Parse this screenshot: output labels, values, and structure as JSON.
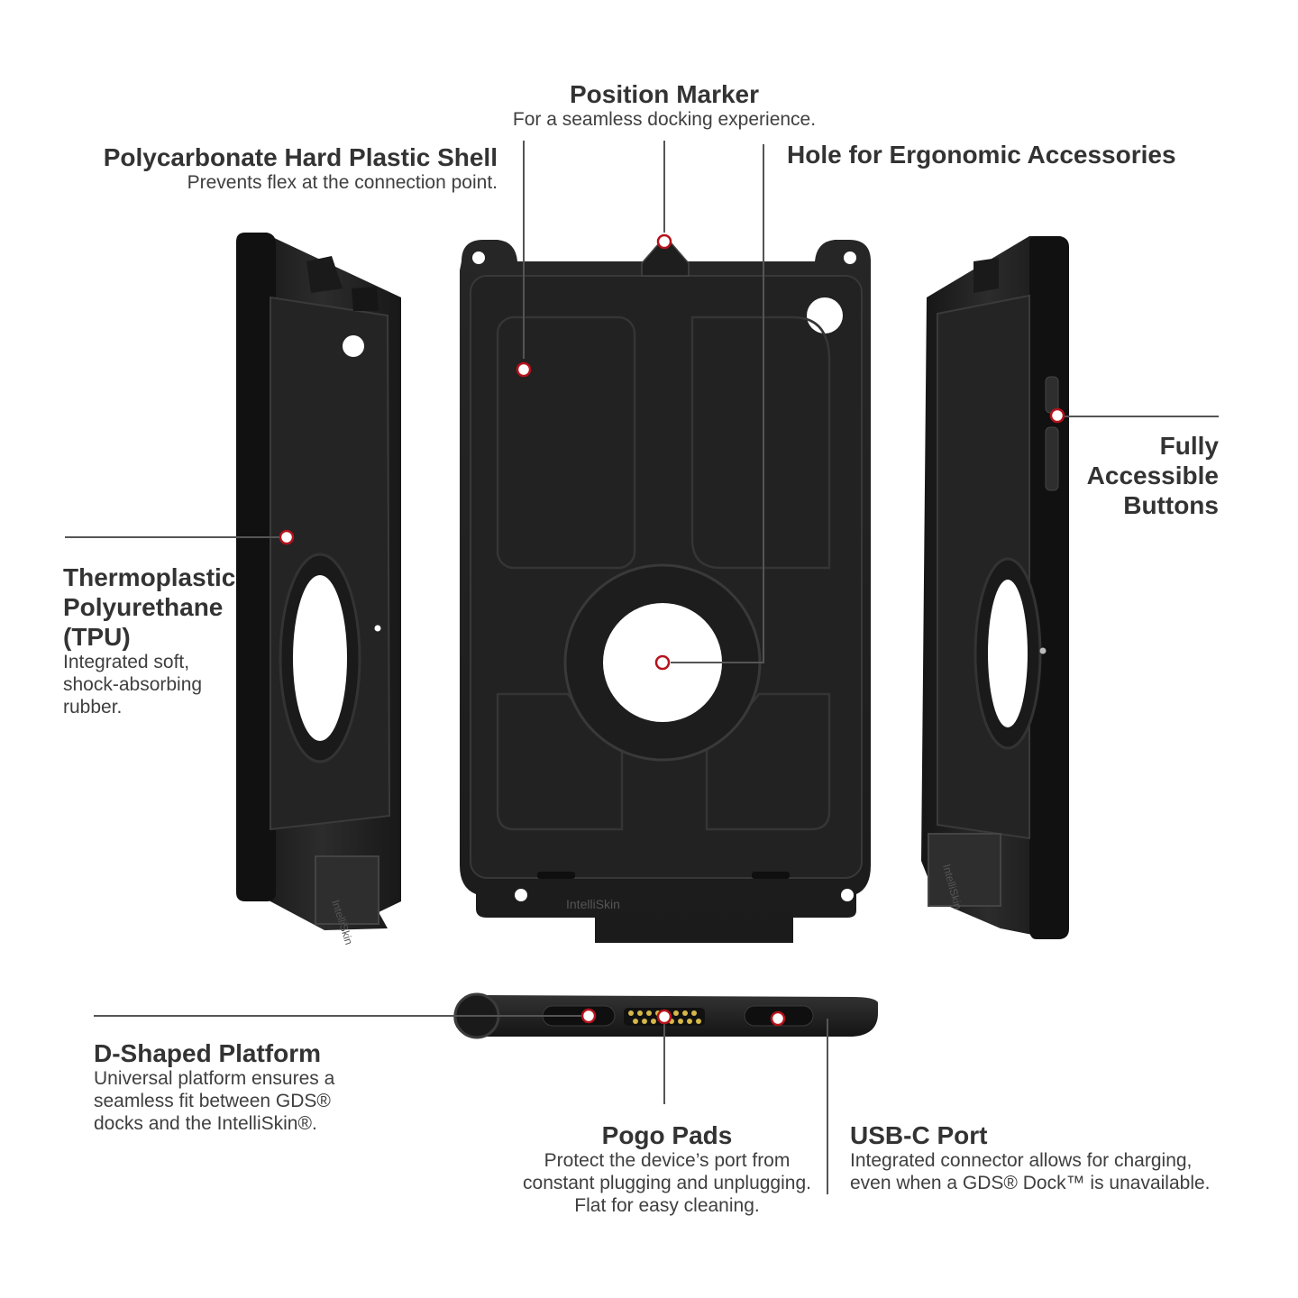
{
  "product_marking": "IntelliSkin",
  "colors": {
    "marker": "#b5121b",
    "leader_line": "#555555",
    "case_dark": "#1c1c1c",
    "case_mid": "#2b2b2b",
    "case_edge": "#3a3a3a",
    "pogo_pins": "#d6b84a",
    "text_title": "#333333",
    "text_body": "#3f3f3f"
  },
  "callouts": {
    "position_marker": {
      "title": "Position Marker",
      "desc": "For a seamless docking experience."
    },
    "hard_shell": {
      "title": "Polycarbonate Hard Plastic Shell",
      "desc": "Prevents flex at the connection point."
    },
    "ergonomic_hole": {
      "title": "Hole for Ergonomic Accessories"
    },
    "buttons": {
      "title_lines": [
        "Fully",
        "Accessible",
        "Buttons"
      ]
    },
    "tpu": {
      "title_lines": [
        "Thermoplastic",
        "Polyurethane",
        "(TPU)"
      ],
      "desc": "Integrated soft,\nshock-absorbing\nrubber."
    },
    "d_platform": {
      "title": "D-Shaped Platform",
      "desc": "Universal platform ensures a\nseamless fit between GDS®\ndocks and the IntelliSkin®."
    },
    "pogo": {
      "title": "Pogo Pads",
      "desc": "Protect the device’s port from\nconstant plugging and unplugging.\nFlat for easy cleaning."
    },
    "usbc": {
      "title": "USB-C Port",
      "desc": "Integrated connector allows for charging,\neven when a GDS® Dock™ is unavailable."
    }
  }
}
